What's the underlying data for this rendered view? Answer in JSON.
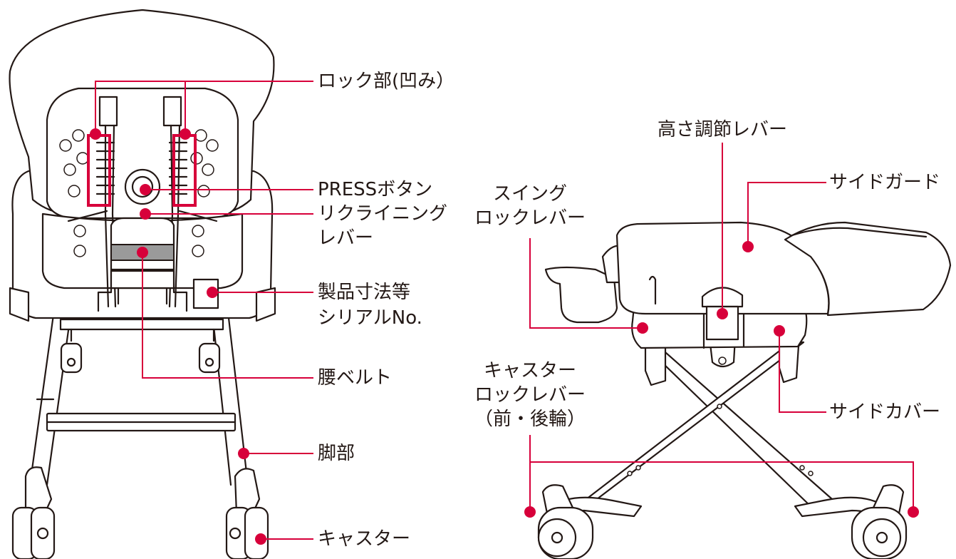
{
  "colors": {
    "accent": "#d7003a",
    "outline": "#231815",
    "band": "#9a9a9a"
  },
  "front_view": {
    "labels": {
      "lock_notch": "ロック部(凹み）",
      "press_button": "PRESSボタン",
      "recline_lever_line1": "リクライニング",
      "recline_lever_line2": "レバー",
      "size_label_line1": "製品寸法等",
      "size_label_line2": "シリアルNo.",
      "waist_belt": "腰ベルト",
      "leg": "脚部",
      "caster": "キャスター"
    }
  },
  "side_view": {
    "labels": {
      "height_lever": "高さ調節レバー",
      "swing_lock_line1": "スイング",
      "swing_lock_line2": "ロックレバー",
      "side_guard": "サイドガード",
      "side_cover": "サイドカバー",
      "caster_lock_line1": "キャスター",
      "caster_lock_line2": "ロックレバー",
      "caster_lock_line3": "（前・後輪）"
    }
  }
}
